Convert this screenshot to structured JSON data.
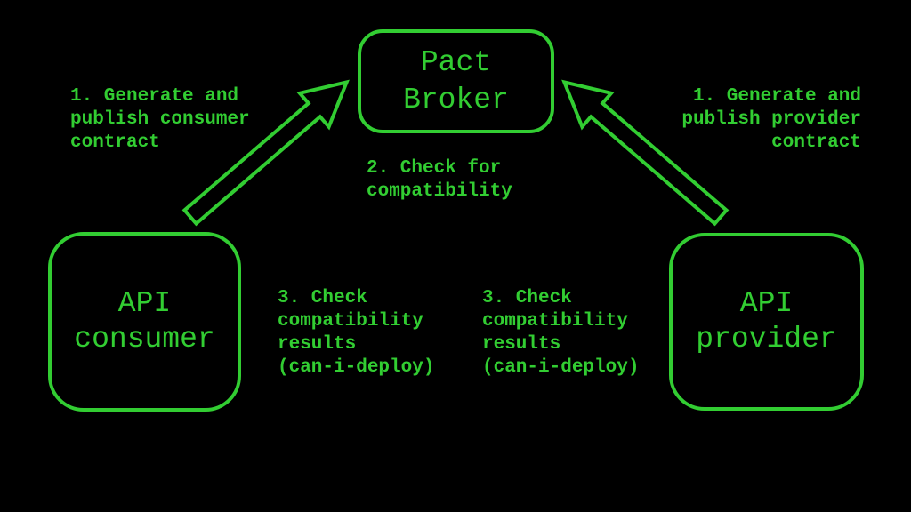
{
  "colors": {
    "background": "#000000",
    "accent": "#32CD32"
  },
  "nodes": {
    "broker": {
      "title": "Pact\nBroker"
    },
    "consumer": {
      "title": "API\nconsumer"
    },
    "provider": {
      "title": "API\nprovider"
    }
  },
  "steps": {
    "generate_consumer": "1. Generate and\npublish consumer\ncontract",
    "generate_provider": "1. Generate and\npublish provider\ncontract",
    "check_compatibility": "2. Check for\ncompatibility",
    "check_results_consumer": "3. Check\ncompatibility\nresults\n(can-i-deploy)",
    "check_results_provider": "3. Check\ncompatibility\nresults\n(can-i-deploy)"
  }
}
